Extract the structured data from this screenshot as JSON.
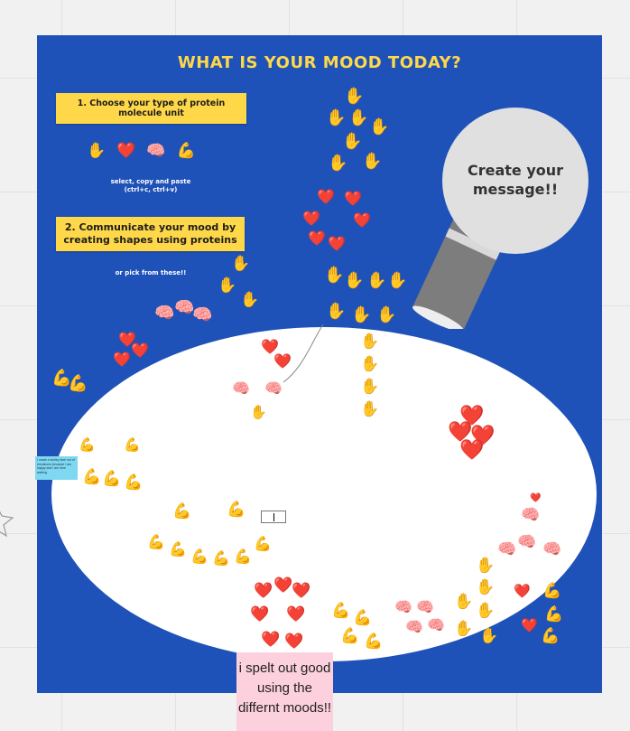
{
  "board": {
    "title": "WHAT IS YOUR MOOD TODAY?",
    "step1": "1. Choose your type of protein molecule unit",
    "palette": [
      "✋",
      "❤️",
      "🧠",
      "💪"
    ],
    "select_hint_line1": "select, copy and paste",
    "select_hint_line2": "(ctrl+c, ctrl+v)",
    "step2": "2. Communicate your mood by creating shapes using proteins",
    "pick_hint": "or pick from these!!",
    "message_circle": "Create your message!!"
  },
  "sticky_notes": {
    "pink": "i spelt  out good using the differnt moods!!",
    "blue": "I made a smiley face out of emoticons because I am happy and I am here waiting"
  },
  "emoji_icons": {
    "hand": "✋",
    "heart": "❤️",
    "brain": "🧠",
    "muscle": "💪"
  },
  "colors": {
    "board": "#1f52b8",
    "note_yellow": "#ffd84a",
    "pink_note": "#fcd0dc",
    "blue_note": "#7fd8f2",
    "circle": "#e0e0e0"
  }
}
